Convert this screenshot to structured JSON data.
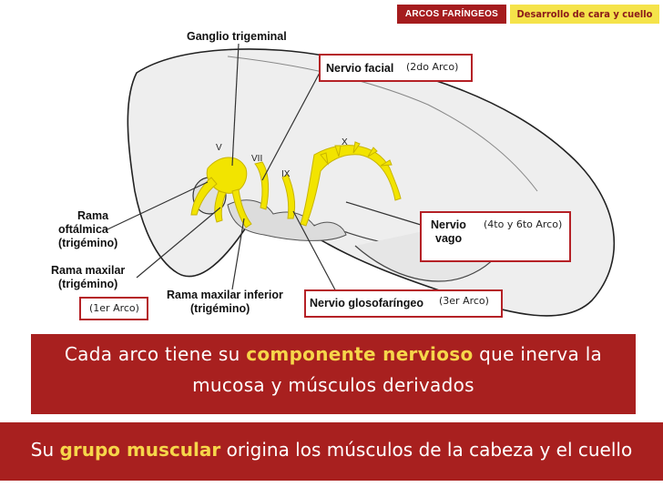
{
  "header": {
    "section_tag": "ARCOS FARÍNGEOS",
    "topic_tag": "Desarrollo de cara y cuello"
  },
  "diagram": {
    "labels": {
      "ganglio": "Ganglio trigeminal",
      "facial": "Nervio facial",
      "facial_arc": "(2do Arco)",
      "vago_line1": "Nervio",
      "vago_line2": "vago",
      "vago_arc": "(4to y 6to Arco)",
      "glosofaringeo": "Nervio glosofaríngeo",
      "glosofaringeo_arc": "(3er Arco)",
      "oftalmica_1": "Rama",
      "oftalmica_2": "oftálmica",
      "oftalmica_3": "(trigémino)",
      "maxilar_1": "Rama maxilar",
      "maxilar_2": "(trigémino)",
      "maxilar_inf_1": "Rama maxilar inferior",
      "maxilar_inf_2": "(trigémino)",
      "first_arc": "(1er Arco)",
      "roman_v": "V",
      "roman_vii": "VII",
      "roman_ix": "IX",
      "roman_x": "X"
    }
  },
  "panel": {
    "line1_pre": "Cada arco tiene su ",
    "line1_bold": "componente nervioso",
    "line1_post": " que inerva la",
    "line2": "mucosa y músculos derivados"
  },
  "footer": {
    "pre": "Su ",
    "bold": "grupo muscular",
    "post": " origina los músculos de la cabeza y el cuello"
  },
  "colors": {
    "accent_red": "#a8201f",
    "highlight_yellow": "#f6d64a",
    "nerve_yellow": "#f2e400"
  }
}
